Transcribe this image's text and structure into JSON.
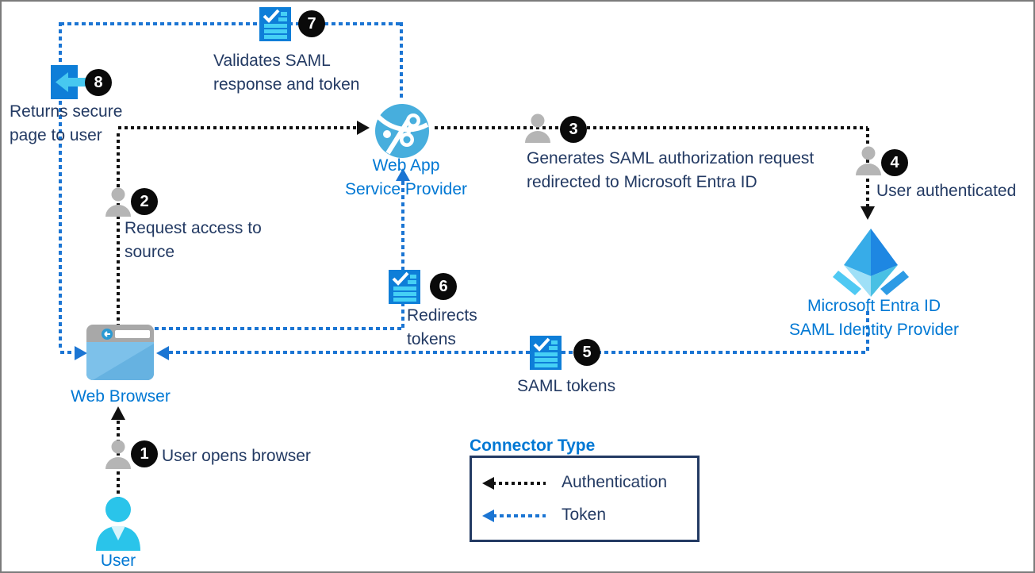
{
  "nodes": {
    "user": {
      "label": "User"
    },
    "web_browser": {
      "label": "Web Browser"
    },
    "web_app": {
      "line1": "Web App",
      "line2": "Service Provider"
    },
    "entra": {
      "line1": "Microsoft Entra ID",
      "line2": "SAML Identity Provider"
    }
  },
  "steps": [
    {
      "num": "1",
      "line1": "User opens browser"
    },
    {
      "num": "2",
      "line1": "Request access to",
      "line2": "source"
    },
    {
      "num": "3",
      "line1": "Generates SAML authorization request",
      "line2": "redirected to Microsoft Entra ID"
    },
    {
      "num": "4",
      "line1": "User authenticated"
    },
    {
      "num": "5",
      "line1": "SAML tokens"
    },
    {
      "num": "6",
      "line1": "Redirects",
      "line2": "tokens"
    },
    {
      "num": "7",
      "line1": "Validates SAML",
      "line2": "response and token"
    },
    {
      "num": "8",
      "line1": "Returns secure",
      "line2": "page to user"
    }
  ],
  "legend": {
    "title": "Connector Type",
    "items": [
      {
        "label": "Authentication",
        "color": "#111111"
      },
      {
        "label": "Token",
        "color": "#1b75d3"
      }
    ]
  },
  "icons": {
    "user": "user-person-icon",
    "browser": "web-browser-icon",
    "web_app": "globe-network-icon",
    "entra": "microsoft-entra-id-icon",
    "token": "saml-token-document-icon",
    "secure_page": "return-page-icon",
    "person": "person-silhouette-icon"
  },
  "colors": {
    "label_blue": "#0078d4",
    "text_navy": "#233a63",
    "auth_line": "#111111",
    "token_line": "#1b75d3",
    "badge_bg": "#0a0a0a",
    "person_gray": "#b5b5b5",
    "token_icon_blue": "#0e7ed8",
    "token_icon_bars": "#45d0f5"
  }
}
